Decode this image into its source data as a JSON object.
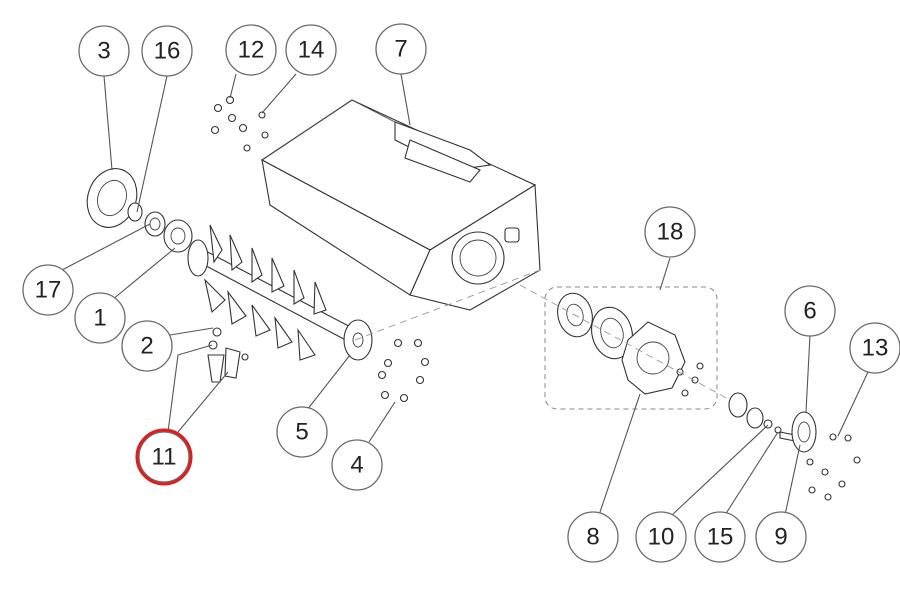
{
  "highlight_color": "#e01c1c",
  "callouts": {
    "c1": "1",
    "c2": "2",
    "c3": "3",
    "c4": "4",
    "c5": "5",
    "c6": "6",
    "c7": "7",
    "c8": "8",
    "c9": "9",
    "c10": "10",
    "c11": "11",
    "c12": "12",
    "c13": "13",
    "c14": "14",
    "c15": "15",
    "c16": "16",
    "c17": "17",
    "c18": "18"
  },
  "highlighted_callout": "11"
}
